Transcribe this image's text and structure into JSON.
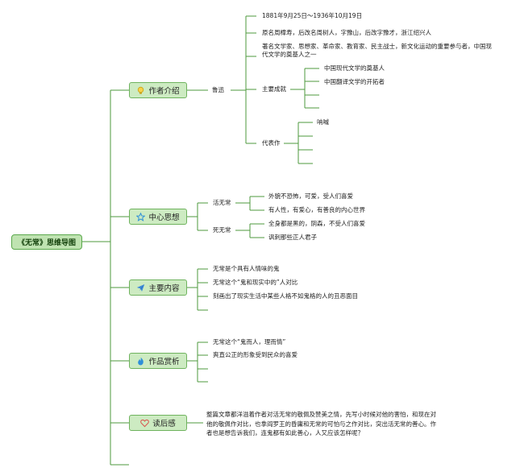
{
  "root": "《无常》思维导图",
  "branches": {
    "author": {
      "label": "作者介绍",
      "icon": "bulb-icon",
      "topic": "鲁迅",
      "facts": [
        "1881年9月25日～1936年10月19日",
        "原名周樟寿，后改名周树人，字豫山，后改字豫才，浙江绍兴人",
        "著名文学家、思想家、革命家、教育家、民主战士，新文化运动的重要参与者，中国现代文学的奠基人之一"
      ],
      "achievements_label": "主要成就",
      "achievements": [
        "中国现代文学的奠基人",
        "中国翻译文学的开拓者"
      ],
      "works_label": "代表作",
      "works": [
        "呐喊"
      ]
    },
    "theme": {
      "label": "中心思想",
      "icon": "star-icon",
      "live_label": "活无常",
      "live": [
        "外貌不恐怖，可爱，受人们喜爱",
        "有人性，有爱心，有善良的内心世界"
      ],
      "dead_label": "死无常",
      "dead": [
        "全身都是黑的，阴森，不受人们喜爱",
        "讽刺那些正人君子"
      ]
    },
    "content": {
      "label": "主要内容",
      "icon": "paper-plane-icon",
      "items": [
        "无常是个具有人情味的鬼",
        "无常这个“鬼和现实中的”人对比",
        "刻画出了现实生活中某些人格不如鬼格的人的丑恶面目"
      ]
    },
    "appreciation": {
      "label": "作品赏析",
      "icon": "flame-icon",
      "items": [
        "无常这个“鬼而人，理而情”",
        "爽直公正的形象受到民众的喜爱"
      ]
    },
    "review": {
      "label": "读后感",
      "icon": "heart-icon",
      "text": "整篇文章都洋溢着作者对活无常的敬佩及赞美之情，先写小时候对他的害怕，和现在对他的敬佩作对比，也拿阎罗王的昏庸和无常的可怕与之作对比，突出活无常的善心。作者也是想告诉我们，连鬼都有如此善心，人又应该怎样呢？"
    }
  },
  "colors": {
    "line": "#4d9a3e",
    "node_fill": "#cdebc2",
    "node_border": "#6fb35e",
    "root_fill": "#bfe3b1"
  }
}
